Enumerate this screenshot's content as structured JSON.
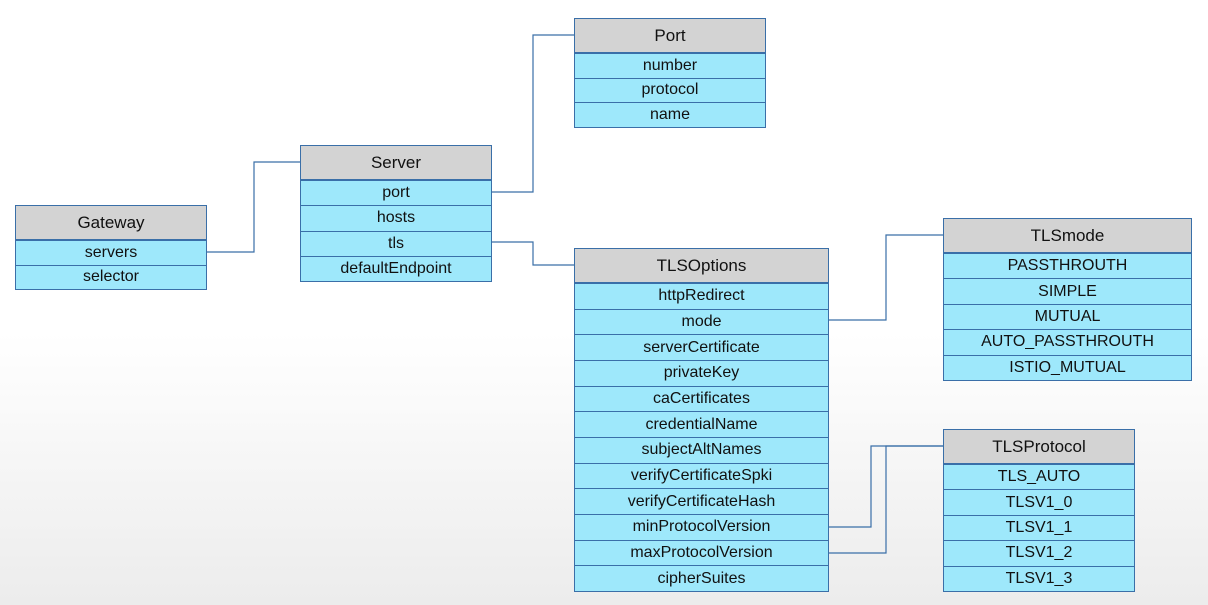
{
  "entities": {
    "gateway": {
      "title": "Gateway",
      "fields": [
        "servers",
        "selector"
      ]
    },
    "server": {
      "title": "Server",
      "fields": [
        "port",
        "hosts",
        "tls",
        "defaultEndpoint"
      ]
    },
    "port": {
      "title": "Port",
      "fields": [
        "number",
        "protocol",
        "name"
      ]
    },
    "tlsoptions": {
      "title": "TLSOptions",
      "fields": [
        "httpRedirect",
        "mode",
        "serverCertificate",
        "privateKey",
        "caCertificates",
        "credentialName",
        "subjectAltNames",
        "verifyCertificateSpki",
        "verifyCertificateHash",
        "minProtocolVersion",
        "maxProtocolVersion",
        "cipherSuites"
      ]
    },
    "tlsmode": {
      "title": "TLSmode",
      "fields": [
        "PASSTHROUTH",
        "SIMPLE",
        "MUTUAL",
        "AUTO_PASSTHROUTH",
        "ISTIO_MUTUAL"
      ]
    },
    "tlsprotocol": {
      "title": "TLSProtocol",
      "fields": [
        "TLS_AUTO",
        "TLSV1_0",
        "TLSV1_1",
        "TLSV1_2",
        "TLSV1_3"
      ]
    }
  },
  "colors": {
    "header": "#d3d3d3",
    "row": "#9ee8fb",
    "border": "#3a6fa8",
    "line": "#3a6fa8"
  }
}
